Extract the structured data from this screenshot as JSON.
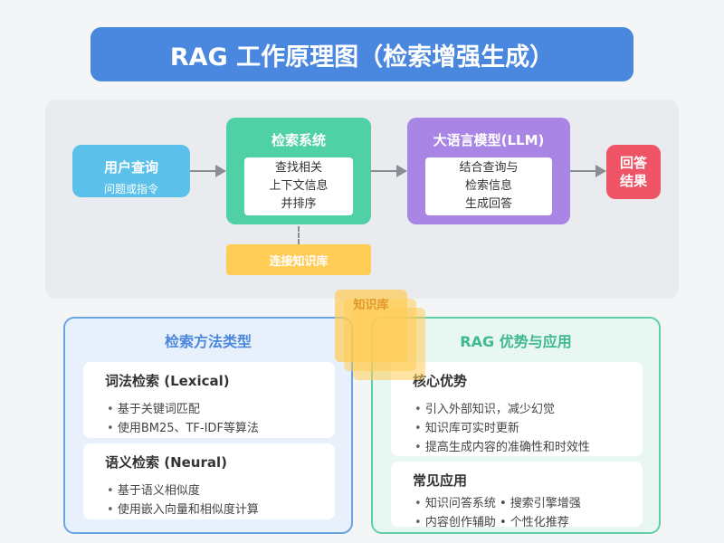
{
  "title": "RAG 工作原理图（检索增强生成）",
  "flow": {
    "query": {
      "title": "用户查询",
      "subtitle": "问题或指令"
    },
    "retrieval": {
      "title": "检索系统",
      "lines": [
        "查找相关",
        "上下文信息",
        "并排序"
      ]
    },
    "llm": {
      "title": "大语言模型(LLM)",
      "lines": [
        "结合查询与",
        "检索信息",
        "生成回答"
      ]
    },
    "answer": {
      "title_lines": [
        "回答",
        "结果"
      ]
    },
    "connect_kb": "连接知识库"
  },
  "knowledge_base_label": "知识库",
  "methods": {
    "title": "检索方法类型",
    "lexical": {
      "title": "词法检索 (Lexical)",
      "items": [
        "基于关键词匹配",
        "使用BM25、TF-IDF等算法"
      ]
    },
    "neural": {
      "title": "语义检索 (Neural)",
      "items": [
        "基于语义相似度",
        "使用嵌入向量和相似度计算"
      ]
    }
  },
  "advantages": {
    "title": "RAG 优势与应用",
    "core": {
      "title": "核心优势",
      "items": [
        "引入外部知识，减少幻觉",
        "知识库可实时更新",
        "提高生成内容的准确性和时效性"
      ]
    },
    "apps": {
      "title": "常见应用",
      "items": [
        "知识问答系统 • 搜索引擎增强",
        "内容创作辅助 • 个性化推荐"
      ]
    }
  },
  "colors": {
    "title_bg": "#4a87de",
    "query": "#5bc0ea",
    "retrieval": "#4fd0a5",
    "llm": "#a985e6",
    "answer": "#ef5466",
    "knowledge": "#ffcc55",
    "methods_border": "#6aa3e2",
    "methods_bg": "#e8f0fb",
    "advantages_border": "#5fcfa8",
    "advantages_bg": "#e8f7f1"
  }
}
